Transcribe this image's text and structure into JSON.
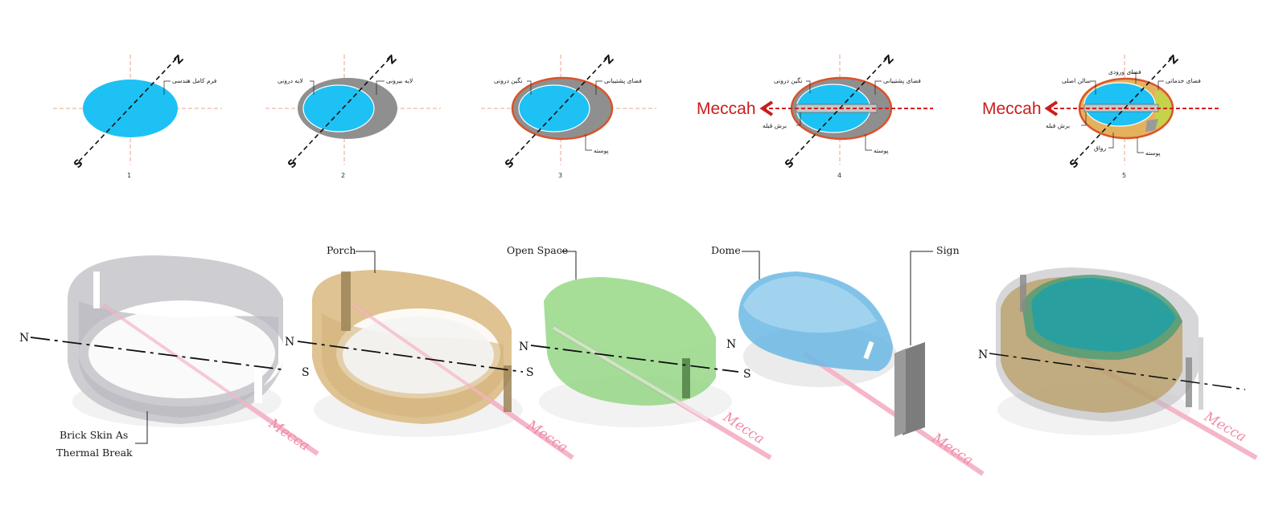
{
  "colors": {
    "core": "#1ec1f3",
    "ring": "#8f8f8f",
    "skin": "#d9532b",
    "axis": "#d32020",
    "entry": "#e4b25c",
    "service": "#c5d34b"
  },
  "top_row": {
    "step1": {
      "number": "1",
      "form_label": "فرم کامل هندسی"
    },
    "step2": {
      "number": "2",
      "inner_layer": "لایه درونی",
      "outer_layer": "لایه بیرونی"
    },
    "step3": {
      "number": "3",
      "inner_gem": "نگین درونی",
      "support_space": "فضای پشتیبانی",
      "shell": "پوسته"
    },
    "step4": {
      "number": "4",
      "inner_gem": "نگین درونی",
      "support_space": "فضای پشتیبانی",
      "qibla_cut": "برش قبله",
      "shell": "پوسته",
      "direction": "Meccah"
    },
    "step5": {
      "number": "5",
      "entry_space": "فضای ورودی",
      "main_hall": "سالن اصلی",
      "service_space": "فضای خدماتی",
      "qibla_cut": "برش قبله",
      "porch": "رواق",
      "shell": "پوسته",
      "direction": "Meccah"
    },
    "north_glyph": "Z",
    "south_glyph": "S"
  },
  "bottom_row": {
    "north": "N",
    "south": "S",
    "mecca": "Mecca",
    "callouts": {
      "brick_skin_line1": "Brick Skin As",
      "brick_skin_line2": "Thermal Break",
      "porch": "Porch",
      "open_space": "Open Space",
      "dome": "Dome",
      "sign": "Sign"
    }
  }
}
